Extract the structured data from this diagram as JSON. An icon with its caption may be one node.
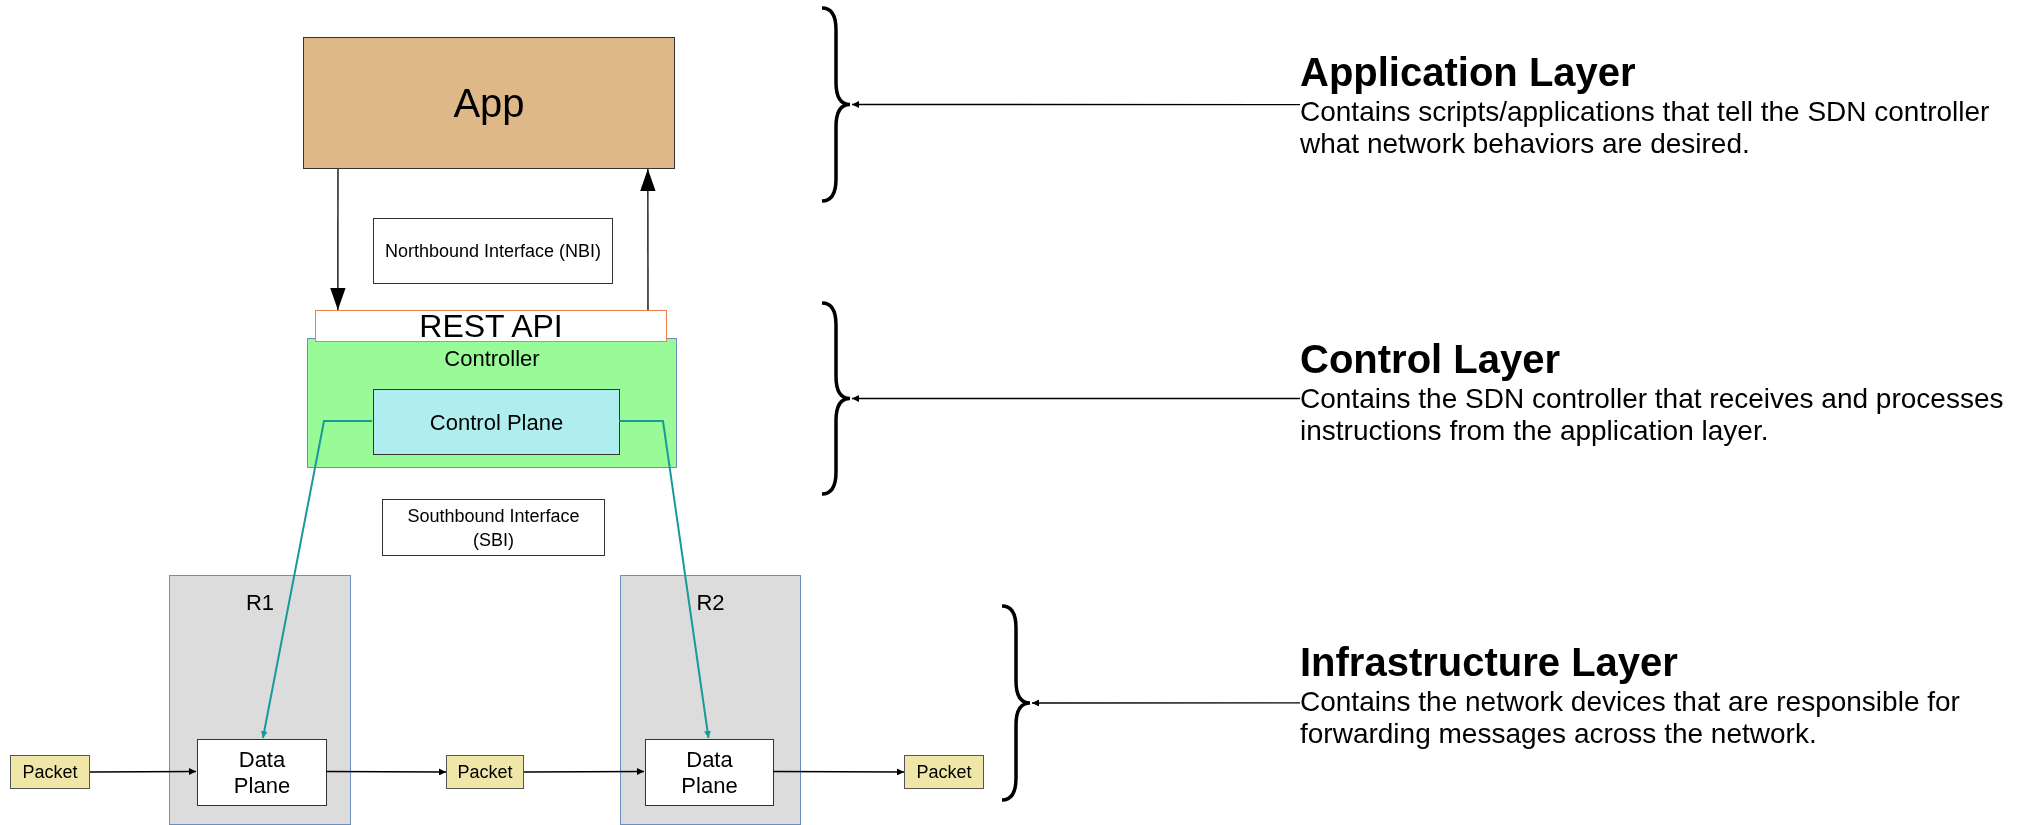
{
  "diagram": {
    "nodes": [
      {
        "text": [
          "App"
        ]
      },
      {
        "text": [
          "Northbound Interface (NBI)"
        ]
      },
      {
        "text": [
          "REST API"
        ]
      },
      {
        "text": [
          "Controller"
        ]
      },
      {
        "text": [
          "Control Plane"
        ],
        "in": 3
      },
      {
        "text": [
          "Southbound Interface (SBI)"
        ]
      },
      {
        "text": [
          "R1"
        ]
      },
      {
        "text": [
          "Data Plane"
        ],
        "in": 6
      },
      {
        "text": [
          "R2"
        ]
      },
      {
        "text": [
          "Data Plane"
        ],
        "in": 8
      },
      {
        "text": [
          "Packet"
        ]
      },
      {
        "text": [
          "Packet"
        ]
      },
      {
        "text": [
          "Packet"
        ]
      },
      {
        "text": [
          "Application Layer",
          "Contains scripts/applications that tell the SDN controller what network behaviors are desired."
        ]
      },
      {
        "text": [
          "Control Layer",
          "Contains the SDN controller that receives and processes instructions from the application layer."
        ]
      },
      {
        "text": [
          "Infrastructure Layer",
          "Contains the network devices that are responsible for forwarding messages across the network."
        ]
      },
      {
        "text": [],
        "shape": "bracket"
      },
      {
        "text": [],
        "shape": "bracket"
      },
      {
        "text": [],
        "shape": "bracket"
      }
    ],
    "edges": [
      {
        "from": 0,
        "to": 2,
        "arrow": "to"
      },
      {
        "from": 2,
        "to": 0,
        "arrow": "to"
      },
      {
        "from": 4,
        "to": 7,
        "arrow": "to",
        "color": "#1a9999"
      },
      {
        "from": 4,
        "to": 9,
        "arrow": "to",
        "color": "#1a9999"
      },
      {
        "from": 10,
        "to": 7,
        "arrow": "to"
      },
      {
        "from": 7,
        "to": 11,
        "arrow": "to"
      },
      {
        "from": 11,
        "to": 9,
        "arrow": "to"
      },
      {
        "from": 9,
        "to": 12,
        "arrow": "to"
      },
      {
        "from": 13,
        "to": 16,
        "arrow": "to"
      },
      {
        "from": 14,
        "to": 17,
        "arrow": "to"
      },
      {
        "from": 15,
        "to": 18,
        "arrow": "to"
      }
    ]
  }
}
